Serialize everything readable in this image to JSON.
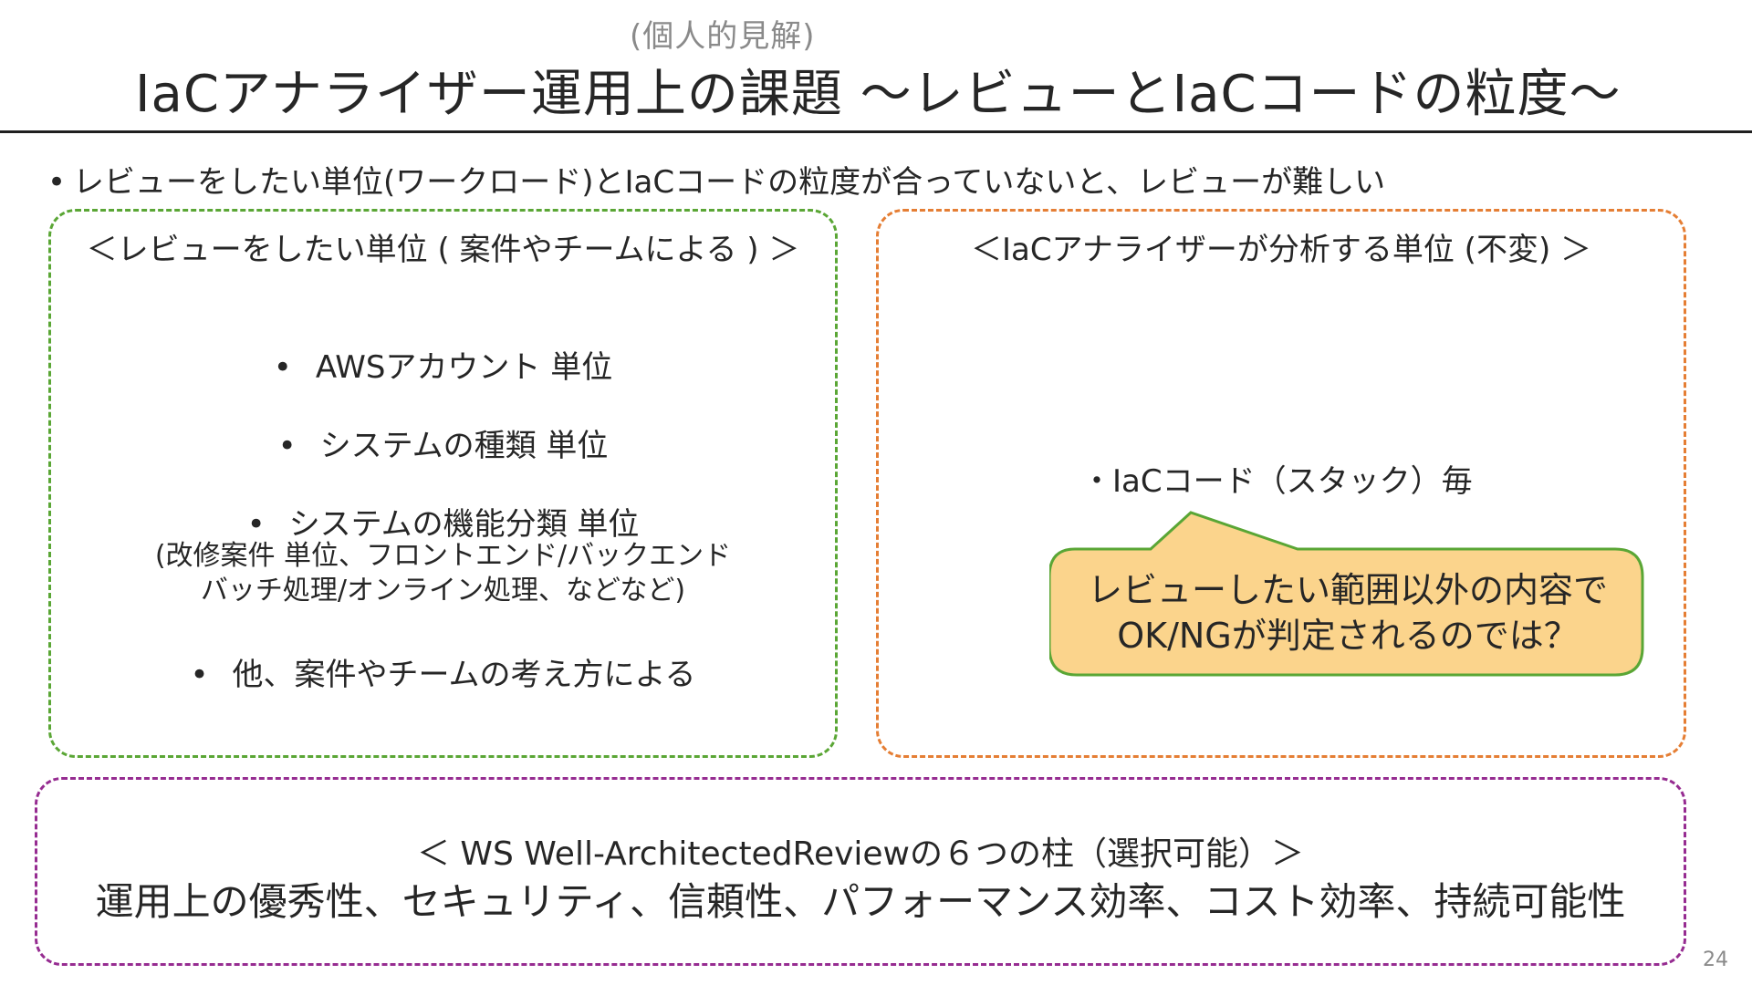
{
  "slide": {
    "note": "(個人的見解)",
    "title": "IaCアナライザー運用上の課題 ～レビューとIaCコードの粒度～",
    "lead_bullet": "•",
    "lead": "レビューをしたい単位(ワークロード)とIaCコードの粒度が合っていないと、レビューが難しい",
    "page_number": "24"
  },
  "left_box": {
    "heading": "＜レビューをしたい単位 ( 案件やチームによる ) ＞",
    "bullet": "•",
    "items": [
      "AWSアカウント 単位",
      "システムの種類 単位",
      "システムの機能分類 単位"
    ],
    "sub_lines": [
      "(改修案件 単位、フロントエンド/バックエンド",
      "バッチ処理/オンライン処理、などなど)"
    ],
    "last_item": "他、案件やチームの考え方による"
  },
  "right_box": {
    "heading": "＜IaCアナライザーが分析する単位 (不変) ＞",
    "stack_item": "・IaCコード（スタック）毎",
    "callout_lines": [
      "レビューしたい範囲以外の内容で",
      "OK/NGが判定されるのでは？"
    ]
  },
  "bottom_box": {
    "heading": "＜ WS Well-ArchitectedReviewの６つの柱（選択可能）＞",
    "pillars": "運用上の優秀性、セキュリティ、信頼性、パフォーマンス効率、コスト効率、持続可能性"
  },
  "colors": {
    "green_border": "#5aa635",
    "orange_border": "#e57e34",
    "purple_border": "#962c91",
    "callout_fill": "#fbd48c",
    "callout_border": "#5aa635"
  }
}
